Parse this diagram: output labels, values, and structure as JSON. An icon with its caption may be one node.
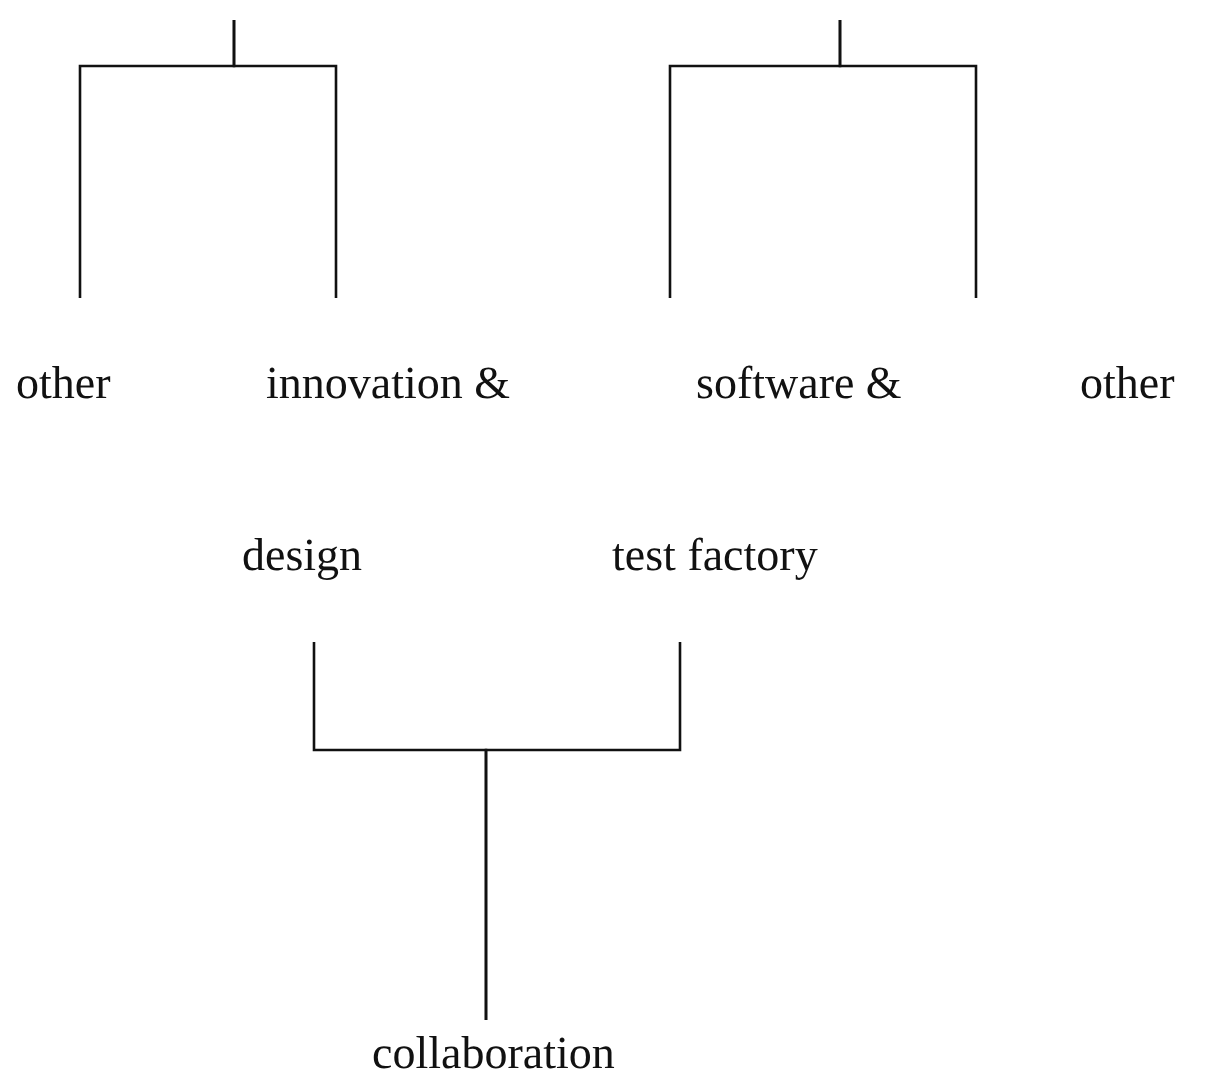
{
  "diagram": {
    "nodes": [
      {
        "text": [
          "other"
        ]
      },
      {
        "text": [
          "innovation & design"
        ]
      },
      {
        "text": [
          "software & test factory"
        ]
      },
      {
        "text": [
          "other"
        ]
      },
      {
        "text": [
          "collaboration"
        ]
      }
    ],
    "edges": [
      {
        "from": null,
        "to": 0,
        "arrow": "none"
      },
      {
        "from": null,
        "to": 1,
        "arrow": "none"
      },
      {
        "from": null,
        "to": 2,
        "arrow": "none"
      },
      {
        "from": null,
        "to": 3,
        "arrow": "none"
      },
      {
        "from": 1,
        "to": 4,
        "arrow": "none"
      },
      {
        "from": 2,
        "to": 4,
        "arrow": "none"
      }
    ]
  }
}
